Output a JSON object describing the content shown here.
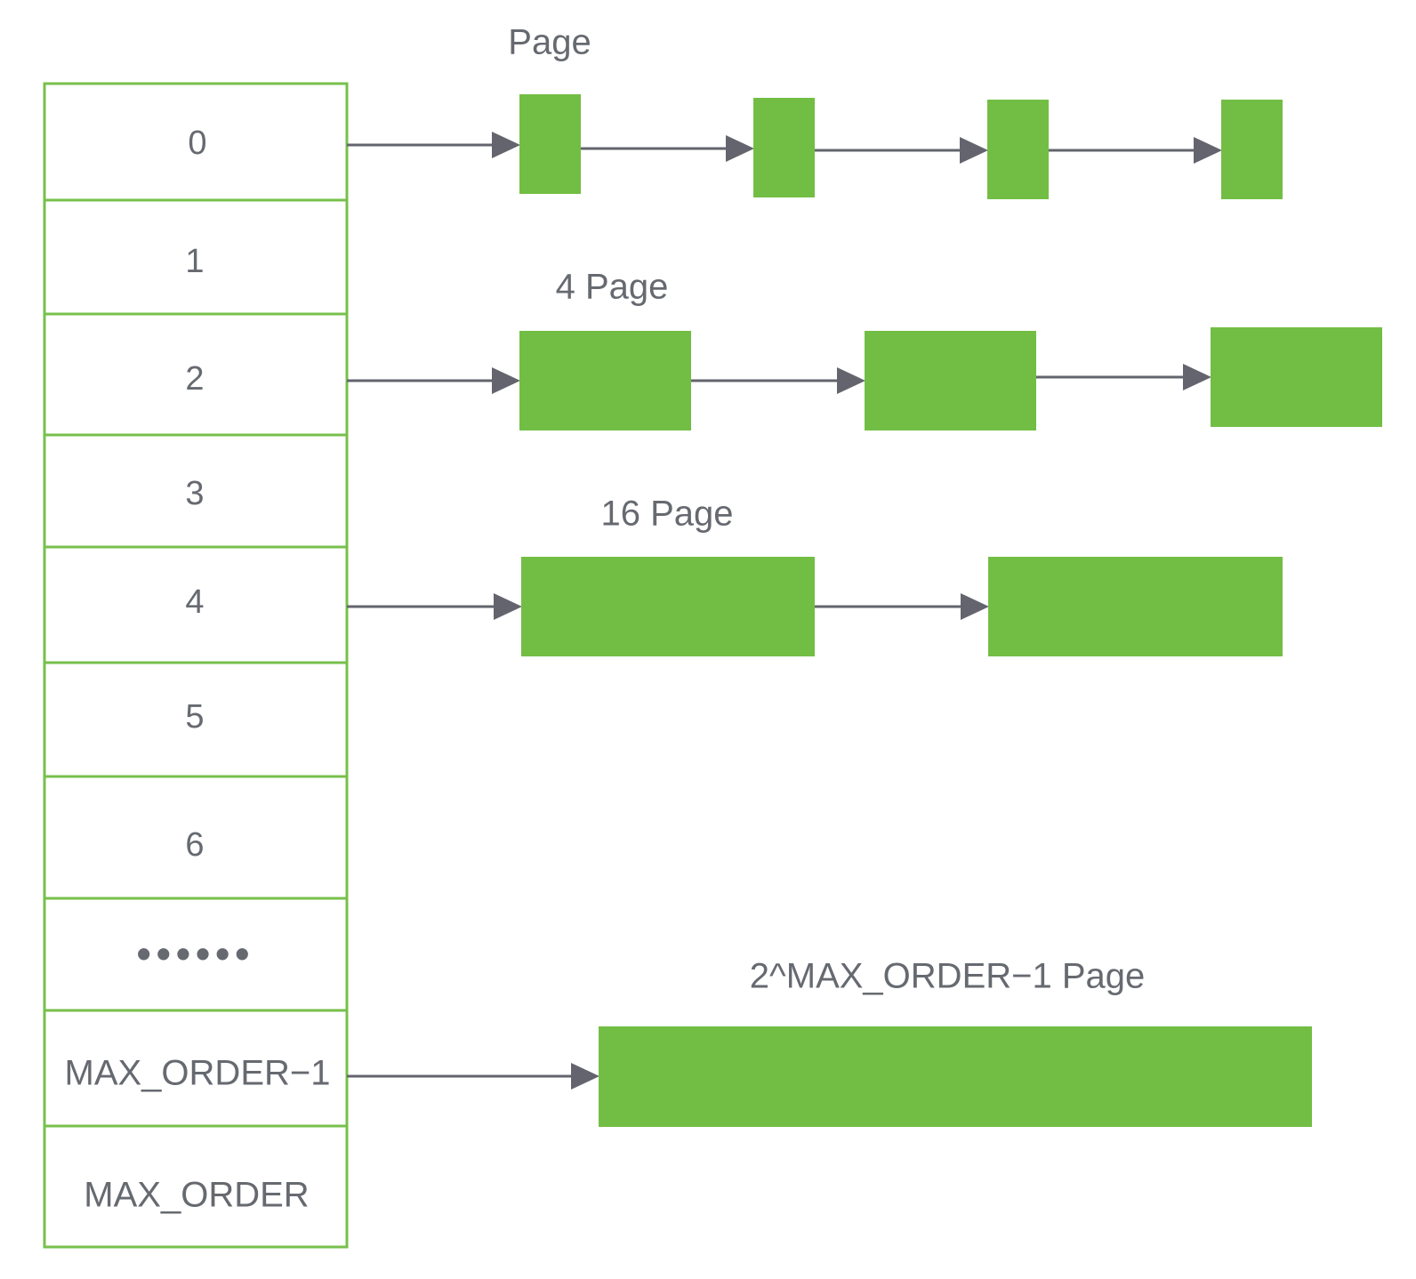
{
  "free_area": {
    "slots": [
      {
        "label": "0"
      },
      {
        "label": "1"
      },
      {
        "label": "2"
      },
      {
        "label": "3"
      },
      {
        "label": "4"
      },
      {
        "label": "5"
      },
      {
        "label": "6"
      },
      {
        "label": "••••••"
      },
      {
        "label": "MAX_ORDER−1"
      },
      {
        "label": "MAX_ORDER"
      }
    ]
  },
  "groups": [
    {
      "label": "Page",
      "slot": "0",
      "block_count": 4
    },
    {
      "label": "4 Page",
      "slot": "2",
      "block_count": 3
    },
    {
      "label": "16 Page",
      "slot": "4",
      "block_count": 2
    },
    {
      "label": "2^MAX_ORDER−1 Page",
      "slot": "MAX_ORDER−1",
      "block_count": 1
    }
  ],
  "colors": {
    "block": "#72be44",
    "slot_border": "#77c04b",
    "arrow": "#63646d",
    "text": "#666a70"
  }
}
